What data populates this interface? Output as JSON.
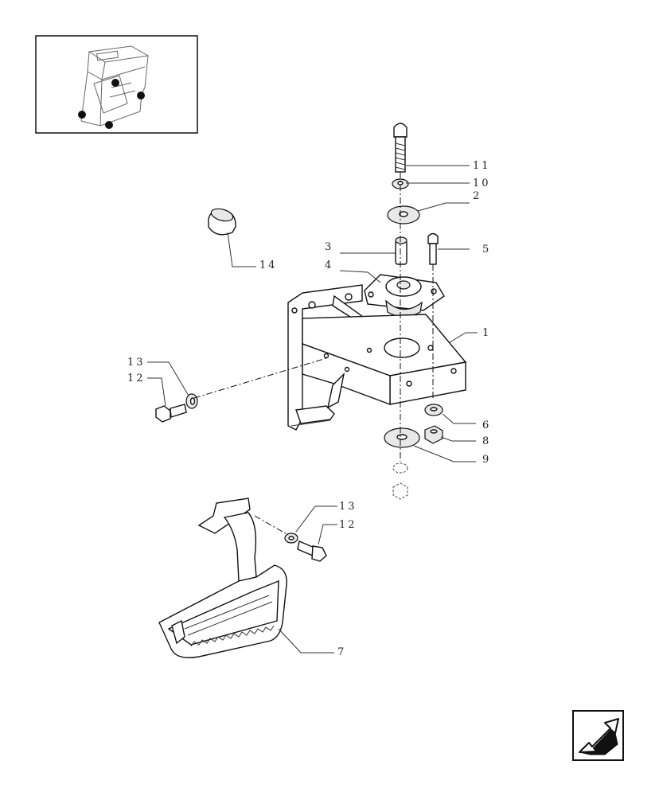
{
  "labels": {
    "p1": "1",
    "p2": "2",
    "p3": "3",
    "p4": "4",
    "p5": "5",
    "p6": "6",
    "p7": "7",
    "p8": "8",
    "p9": "9",
    "p10": "10",
    "p11": "11",
    "p12a": "12",
    "p12b": "12",
    "p13a": "13",
    "p13b": "13",
    "p14": "14"
  },
  "icons": {
    "locator": "cab-locator-thumbnail",
    "nav": "next-page-arrow-icon"
  }
}
